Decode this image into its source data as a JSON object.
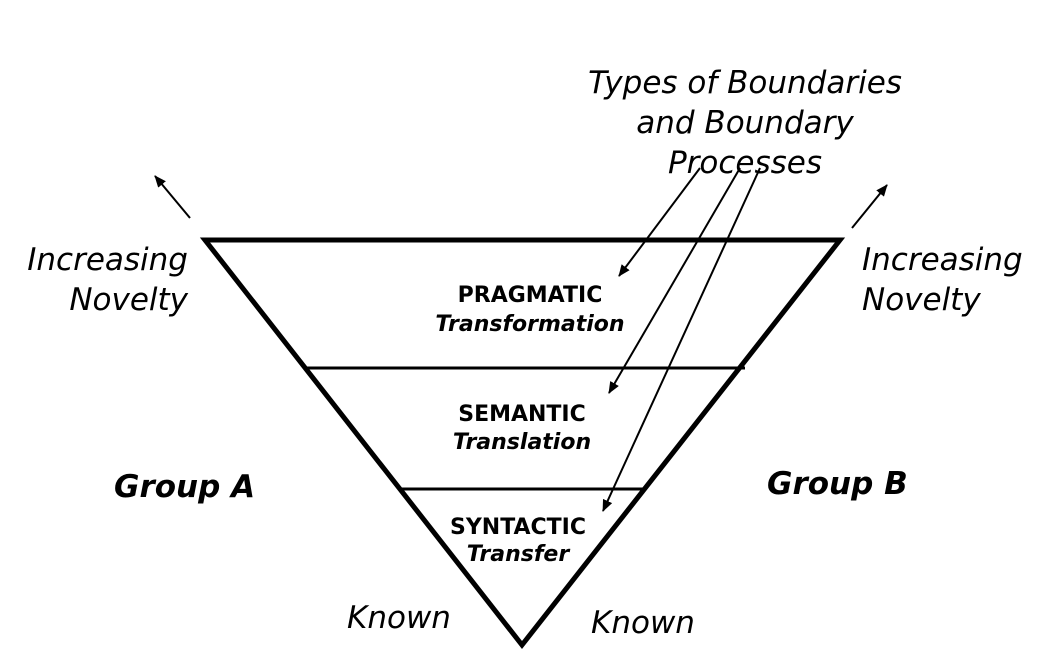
{
  "diagram": {
    "title_lines": [
      "Types of Boundaries",
      "and Boundary",
      "Processes"
    ],
    "left_label_lines": [
      "Increasing",
      "Novelty"
    ],
    "right_label_lines": [
      "Increasing",
      "Novelty"
    ],
    "group_left": "Group A",
    "group_right": "Group B",
    "known_left": "Known",
    "known_right": "Known",
    "layers": [
      {
        "name": "PRAGMATIC",
        "process": "Transformation"
      },
      {
        "name": "SEMANTIC",
        "process": "Translation"
      },
      {
        "name": "SYNTACTIC",
        "process": "Transfer"
      }
    ],
    "colors": {
      "ink": "#000000",
      "background": "#ffffff"
    }
  }
}
